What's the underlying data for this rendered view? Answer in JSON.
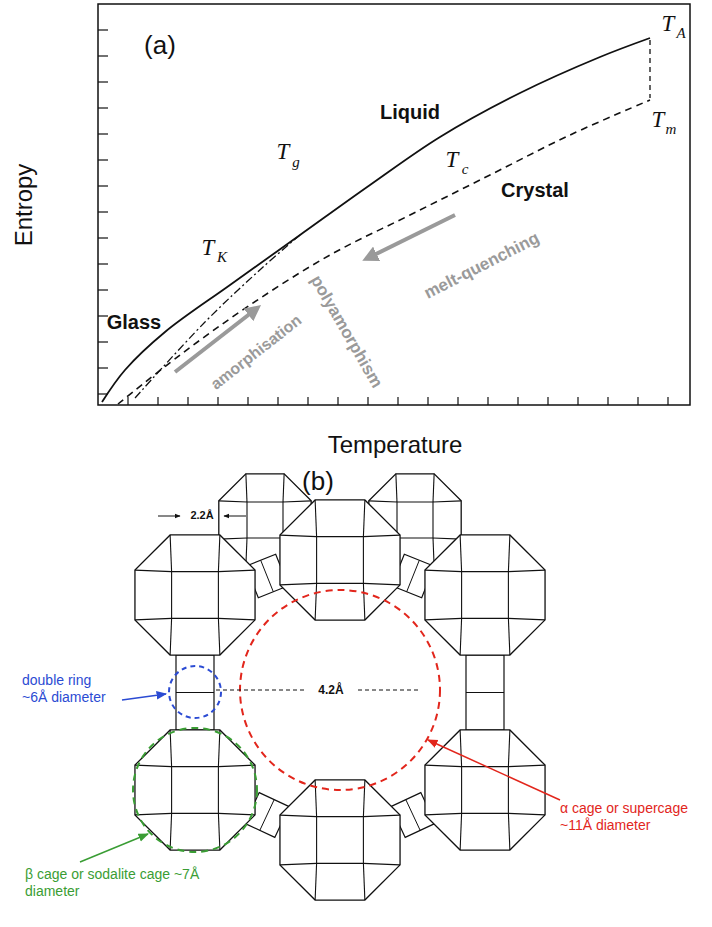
{
  "diagram": {
    "labels": [
      "(a)",
      "Liquid",
      "T",
      "A",
      "T",
      "g",
      "T",
      "c",
      "T",
      "m",
      "Crystal",
      "T",
      "K",
      "Glass",
      "melt-quenching",
      "polyamorphism",
      "amorphisation",
      "Entropy",
      "Temperature",
      "(b)",
      "2.2Å",
      "4.2Å",
      "double ring ~6Å diameter",
      "α cage or supercage ~11Å diameter",
      "β cage or sodalite cage ~7Å diameter"
    ]
  }
}
